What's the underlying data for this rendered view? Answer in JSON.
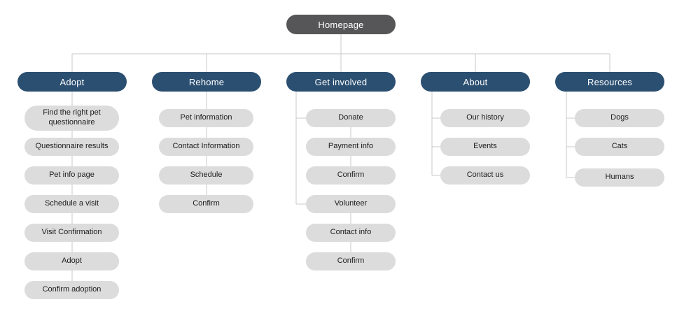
{
  "colors": {
    "canvas_bg": "#ffffff",
    "root_fill": "#565659",
    "root_text": "#ffffff",
    "section_fill": "#2b4f71",
    "section_text": "#ffffff",
    "page_fill": "#dcdcdc",
    "page_text": "#1d1d1f",
    "line_color": "#c9c9c9"
  },
  "sitemap": {
    "root": {
      "label": "Homepage"
    },
    "sections": [
      {
        "label": "Adopt",
        "children": [
          {
            "label": "Find the right pet questionnaire"
          },
          {
            "label": "Questionnaire results"
          },
          {
            "label": "Pet info page"
          },
          {
            "label": "Schedule a visit"
          },
          {
            "label": "Visit Confirmation"
          },
          {
            "label": "Adopt"
          },
          {
            "label": "Confirm adoption"
          }
        ]
      },
      {
        "label": "Rehome",
        "children": [
          {
            "label": "Pet information"
          },
          {
            "label": "Contact Information"
          },
          {
            "label": "Schedule"
          },
          {
            "label": "Confirm"
          }
        ]
      },
      {
        "label": "Get involved",
        "children": [
          {
            "label": "Donate"
          },
          {
            "label": "Payment info"
          },
          {
            "label": "Confirm"
          },
          {
            "label": "Volunteer"
          },
          {
            "label": "Contact info"
          },
          {
            "label": "Confirm"
          }
        ]
      },
      {
        "label": "About",
        "children": [
          {
            "label": "Our history"
          },
          {
            "label": "Events"
          },
          {
            "label": "Contact us"
          }
        ]
      },
      {
        "label": "Resources",
        "children": [
          {
            "label": "Dogs"
          },
          {
            "label": "Cats"
          },
          {
            "label": "Humans"
          }
        ]
      }
    ]
  }
}
